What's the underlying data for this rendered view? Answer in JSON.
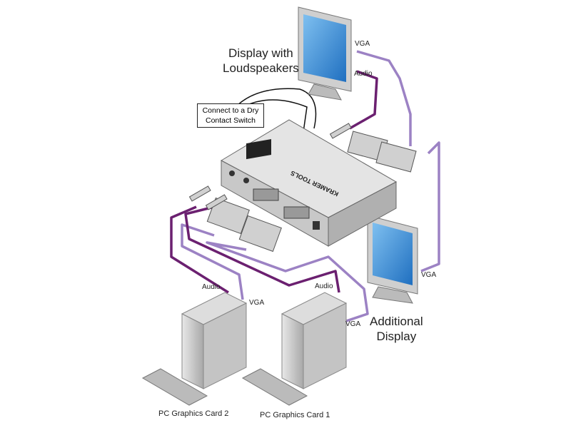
{
  "colors": {
    "audio_cable": "#6b2070",
    "vga_cable": "#9c82c4",
    "screen": "#3a8fd6",
    "chassis": "#d8d8d8"
  },
  "labels": {
    "display_main": [
      "Display with",
      "Loudspeakers"
    ],
    "display_main_vga": "VGA",
    "display_main_audio": "Audio",
    "callout": [
      "Connect to a Dry",
      "Contact Switch"
    ],
    "device_brand": "KRAMER TOOLS",
    "additional_display": [
      "Additional",
      "Display"
    ],
    "additional_display_vga": "VGA",
    "pc2_audio": "Audio",
    "pc2_vga": "VGA",
    "pc1_audio": "Audio",
    "pc1_vga": "VGA",
    "pc2": "PC Graphics Card 2",
    "pc1": "PC Graphics Card 1"
  }
}
